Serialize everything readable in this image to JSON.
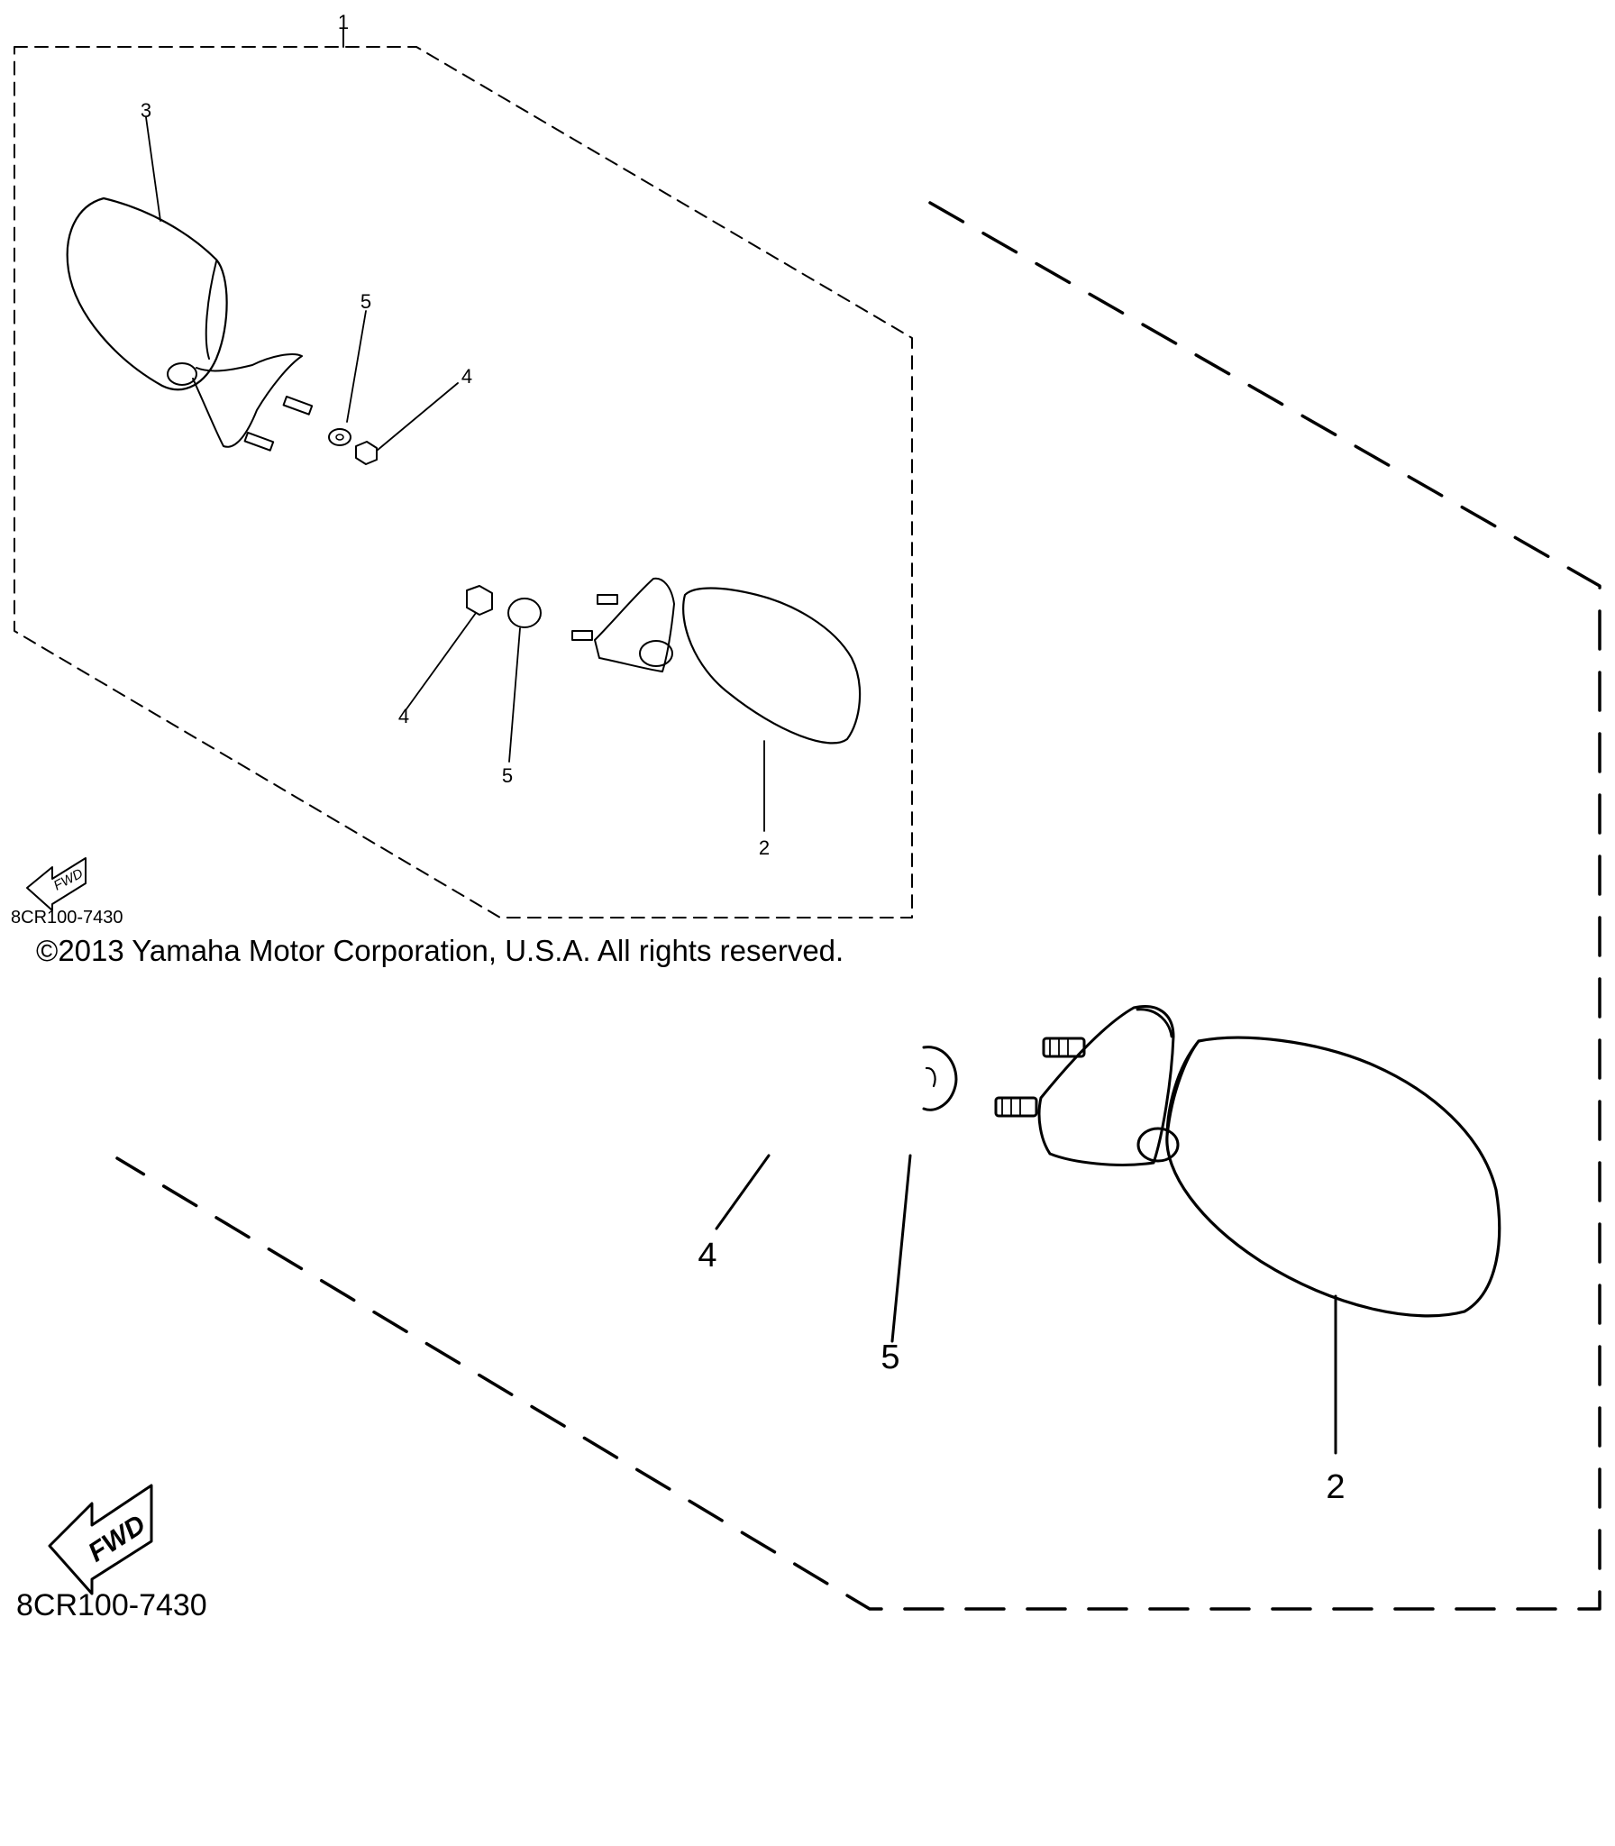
{
  "diagram": {
    "callouts": {
      "assembly": "1",
      "mirror_right": "2",
      "mirror_left": "3",
      "nut": "4",
      "washer": "5"
    },
    "fwd_label": "FWD",
    "part_code": "8CR100-7430",
    "copyright": "©2013 Yamaha Motor Corporation, U.S.A. All rights reserved."
  }
}
